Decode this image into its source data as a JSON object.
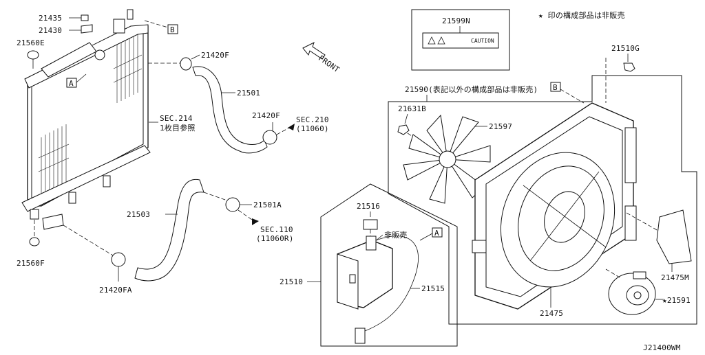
{
  "parts": {
    "p21435": "21435",
    "p21430": "21430",
    "p21560E": "21560E",
    "p21420F_top": "21420F",
    "p21501": "21501",
    "p21420F_mid": "21420F",
    "sec214": "SEC.214",
    "sec214_sub": "1枚目参照",
    "sec210": "SEC.210",
    "sec210_sub": "(11060)",
    "p21503": "21503",
    "p21501A": "21501A",
    "sec110": "SEC.110",
    "sec110_sub": "(11060R)",
    "p21560F": "21560F",
    "p21420FA": "21420FA",
    "p21599N": "21599N",
    "caution": "CAUTION",
    "note": "★ 印の構成部品は非販売",
    "p21510G": "21510G",
    "p21590": "21590(表記以外の構成部品は非販売)",
    "p21631B": "21631B",
    "p21597": "21597",
    "p21516": "21516",
    "hihanbai": "非販売",
    "p21510": "21510",
    "p21515": "21515",
    "p21475M": "21475M",
    "p21591": "★21591",
    "p21475": "21475",
    "ref_a1": "A",
    "ref_a2": "A",
    "ref_b1": "B",
    "ref_b2": "B",
    "front": "FRONT",
    "diagram_code": "J21400WM"
  }
}
